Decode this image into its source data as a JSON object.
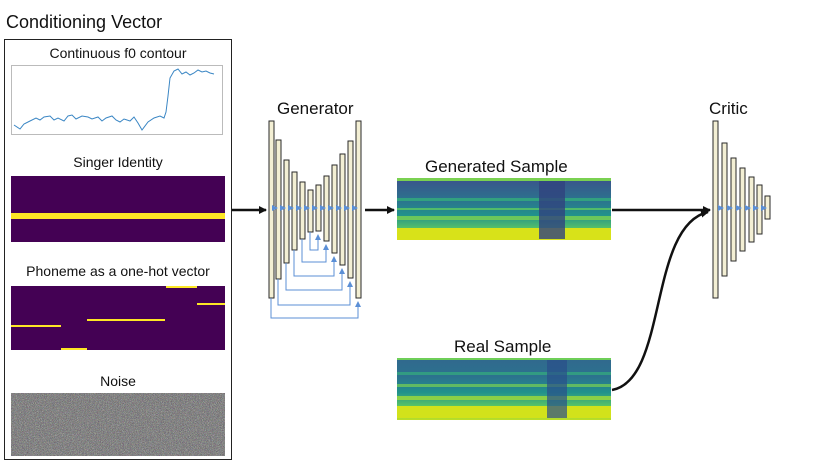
{
  "conditioning": {
    "title": "Conditioning Vector",
    "f0_label": "Continuous f0 contour",
    "singer_label": "Singer Identity",
    "phoneme_label": "Phoneme as a one-hot vector",
    "noise_label": "Noise"
  },
  "generator": {
    "label": "Generator"
  },
  "generated_sample": {
    "label": "Generated Sample"
  },
  "real_sample": {
    "label": "Real Sample"
  },
  "critic": {
    "label": "Critic"
  },
  "colors": {
    "viridis_dark": "#440154",
    "viridis_yellow": "#fde725",
    "layer_fill": "#f3efd4",
    "layer_stroke": "#2a2a2a",
    "skip_blue": "#5b8fd6",
    "f0_line": "#3a86c4"
  },
  "icons": {
    "skip_arrow": "arrow-up-icon",
    "layer_arrow": "arrow-right-icon"
  }
}
